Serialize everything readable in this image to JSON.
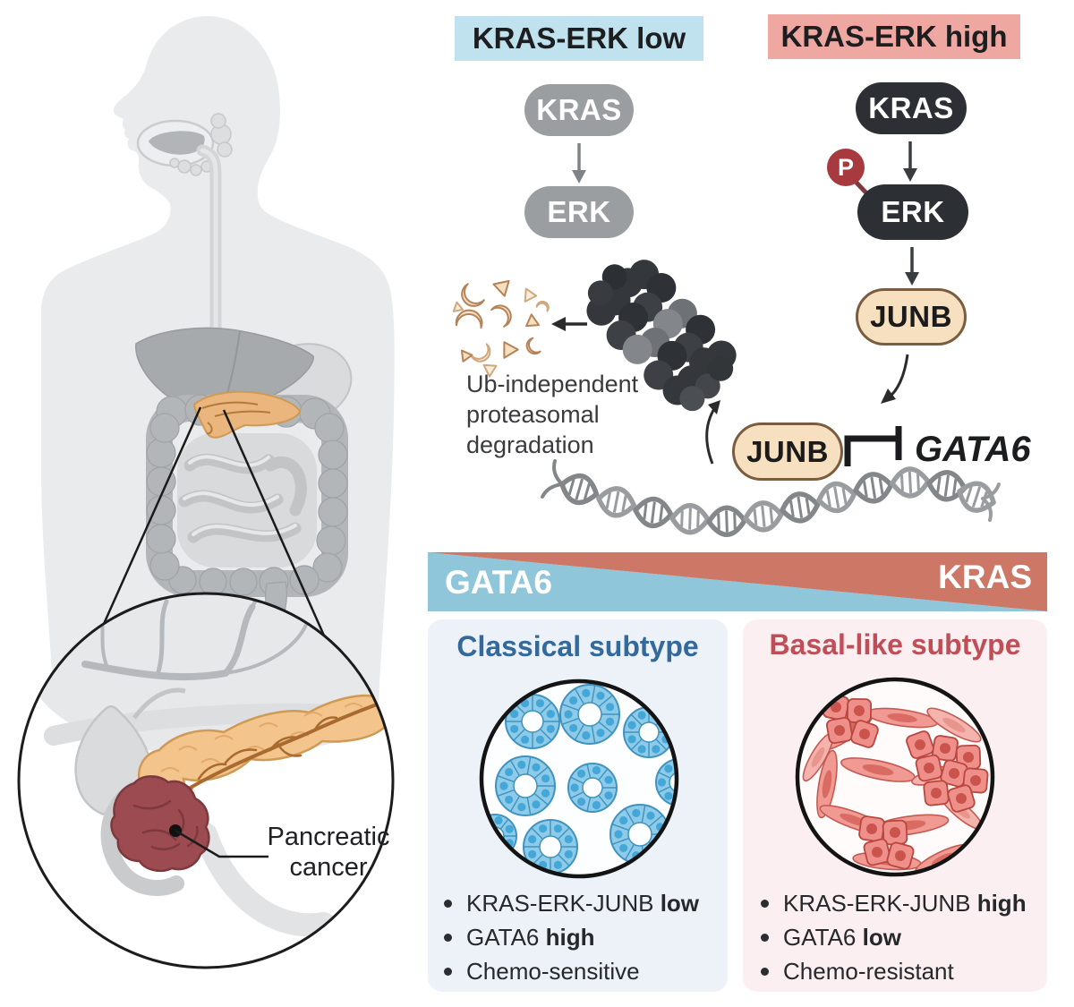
{
  "pathway_low": {
    "header": "KRAS-ERK low",
    "kras": "KRAS",
    "erk": "ERK"
  },
  "pathway_high": {
    "header": "KRAS-ERK high",
    "kras": "KRAS",
    "erk": "ERK",
    "phospho": "P",
    "junb": "JUNB"
  },
  "dna_region": {
    "junb": "JUNB",
    "gene": "GATA6"
  },
  "degradation": {
    "line1": "Ub-independent",
    "line2": "proteasomal",
    "line3": "degradation"
  },
  "anatomy": {
    "label_line1": "Pancreatic",
    "label_line2": "cancer"
  },
  "gradient_bar": {
    "left_label": "GATA6",
    "right_label": "KRAS"
  },
  "subtypes": {
    "classical": {
      "title": "Classical subtype",
      "bullets": [
        {
          "pre": "KRAS-ERK-JUNB ",
          "bold": "low"
        },
        {
          "pre": "GATA6 ",
          "bold": "high"
        },
        {
          "pre": "Chemo-sensitive",
          "bold": ""
        }
      ]
    },
    "basal": {
      "title": "Basal-like subtype",
      "bullets": [
        {
          "pre": "KRAS-ERK-JUNB ",
          "bold": "high"
        },
        {
          "pre": "GATA6 ",
          "bold": "low"
        },
        {
          "pre": "Chemo-resistant",
          "bold": ""
        }
      ]
    }
  },
  "palette": {
    "ink": "#1e2023",
    "header_low_bg": "#bfe2ee",
    "header_high_bg": "#efa7a2",
    "pill_gray": "#9b9ea1",
    "pill_dark": "#2c2f33",
    "junb_bg": "#f6e0bf",
    "junb_border": "#7a5c3e",
    "phospho_bg": "#a63a3e",
    "bar_blue": "#8fc6d9",
    "bar_salmon": "#cd7767",
    "classical_title": "#34699b",
    "classical_bg": "#edf2f8",
    "basal_title": "#c04e57",
    "basal_bg": "#fbeff1"
  }
}
